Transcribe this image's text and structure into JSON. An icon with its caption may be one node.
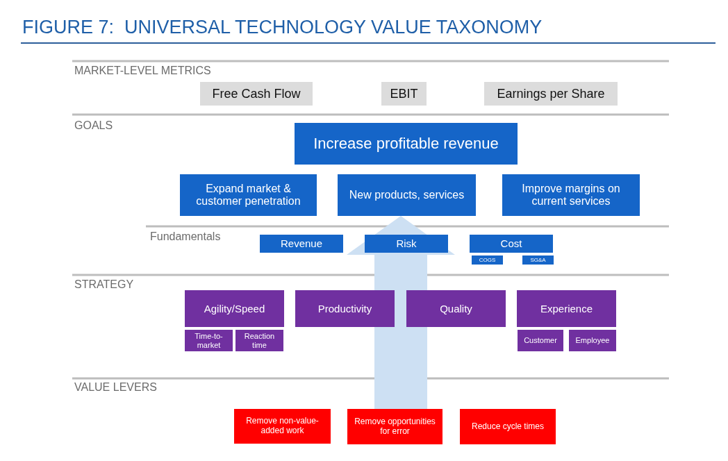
{
  "diagram": {
    "title": "FIGURE 7:  UNIVERSAL TECHNOLOGY VALUE TAXONOMY",
    "nodes": [
      {
        "text": [
          "Free Cash Flow"
        ]
      },
      {
        "text": [
          "EBIT"
        ]
      },
      {
        "text": [
          "Earnings per Share"
        ]
      },
      {
        "text": [
          "Increase profitable revenue"
        ]
      },
      {
        "text": [
          "Expand market & customer penetration"
        ]
      },
      {
        "text": [
          "New products, services"
        ]
      },
      {
        "text": [
          "Improve margins on current services"
        ]
      },
      {
        "text": [
          "Revenue"
        ]
      },
      {
        "text": [
          "Risk"
        ]
      },
      {
        "text": [
          "Cost"
        ]
      },
      {
        "text": [
          "COGS"
        ]
      },
      {
        "text": [
          "SG&A"
        ]
      },
      {
        "text": [
          "Agility/Speed"
        ]
      },
      {
        "text": [
          "Productivity"
        ]
      },
      {
        "text": [
          "Quality"
        ]
      },
      {
        "text": [
          "Experience"
        ]
      },
      {
        "text": [
          "Time-to-market"
        ]
      },
      {
        "text": [
          "Reaction time"
        ]
      },
      {
        "text": [
          "Customer"
        ]
      },
      {
        "text": [
          "Employee"
        ]
      },
      {
        "text": [
          "Remove non-value-added work"
        ]
      },
      {
        "text": [
          "Remove opportunities for error"
        ]
      },
      {
        "text": [
          "Reduce cycle times"
        ]
      }
    ],
    "edges": [
      {
        "from": 21,
        "to": 5,
        "arrow": "to"
      }
    ],
    "labels": [
      "MARKET-LEVEL METRICS",
      "GOALS",
      "Fundamentals",
      "STRATEGY",
      "VALUE LEVERS"
    ]
  }
}
